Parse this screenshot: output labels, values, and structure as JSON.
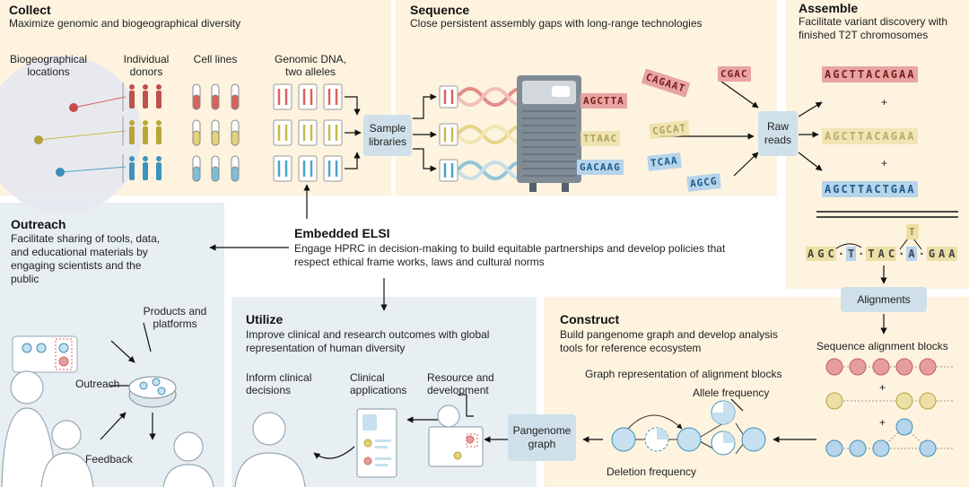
{
  "collect": {
    "title": "Collect",
    "subtitle": "Maximize genomic and biogeographical diversity",
    "labels": [
      "Biogeographical locations",
      "Individual donors",
      "Cell lines",
      "Genomic DNA, two alleles"
    ],
    "sample_libraries": "Sample libraries"
  },
  "sequence": {
    "title": "Sequence",
    "subtitle": "Close persistent assembly gaps with long-range technologies",
    "reads": [
      "AGCTTA",
      "TTAAC",
      "GACAAG",
      "CAGAAT",
      "CGAC",
      "CGCAT",
      "TCAA",
      "AGCG"
    ],
    "raw_reads": "Raw reads"
  },
  "assemble": {
    "title": "Assemble",
    "subtitle": "Facilitate variant discovery with finished T2T chromosomes",
    "seqs": [
      "AGCTTACAGAA",
      "AGCTTACAGAA",
      "AGCTTACTGAA"
    ],
    "plus": "+",
    "variant": [
      "A",
      "G",
      "C",
      "T",
      "T",
      "A",
      "C",
      "A",
      "G",
      "A",
      "A"
    ],
    "insert": "T",
    "alignments": "Alignments"
  },
  "elsi": {
    "title": "Embedded ELSI",
    "text": "Engage HPRC in decision-making to build equitable partnerships and develop policies that respect ethical frame works, laws and cultural norms"
  },
  "outreach": {
    "title": "Outreach",
    "subtitle": "Facilitate sharing of tools, data, and educational materials by engaging scientists and the public",
    "products": "Products and platforms",
    "outreach_label": "Outreach",
    "feedback": "Feedback"
  },
  "utilize": {
    "title": "Utilize",
    "subtitle": "Improve clinical and research outcomes with global representation of human diversity",
    "col1": "Inform clinical decisions",
    "col2": "Clinical applications",
    "col3": "Resource and development"
  },
  "construct": {
    "title": "Construct",
    "subtitle": "Build pangenome graph and develop analysis tools for reference ecosystem",
    "graph_label": "Graph representation of alignment blocks",
    "allele": "Allele frequency",
    "deletion": "Deletion frequency",
    "blocks": "Sequence alignment blocks",
    "pangenome": "Pangenome graph"
  },
  "colors": {
    "red": "#d9625e",
    "yellow": "#c9b84a",
    "blue": "#4aa3c9"
  }
}
